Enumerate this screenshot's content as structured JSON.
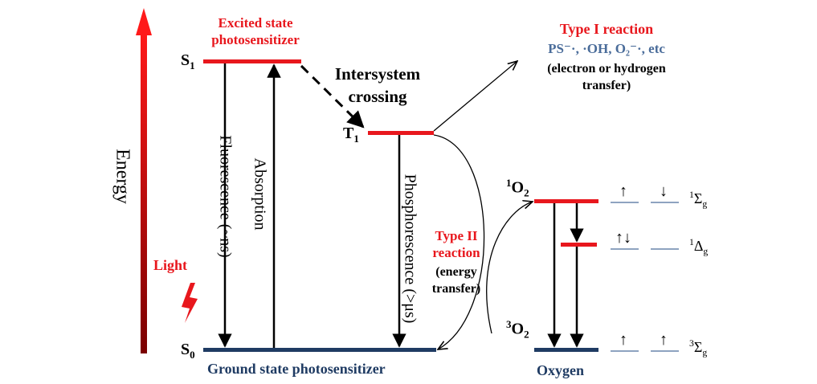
{
  "axis": {
    "label": "Energy"
  },
  "photosensitizer": {
    "excited_label": "Excited state photosensitizer",
    "excited_line1": "Excited state",
    "excited_line2": "photosensitizer",
    "ground_label": "Ground state photosensitizer",
    "s1": "S",
    "s1_sub": "1",
    "t1": "T",
    "t1_sub": "1",
    "s0": "S",
    "s0_sub": "0"
  },
  "transitions": {
    "intersystem_line1": "Intersystem",
    "intersystem_line2": "crossing",
    "fluorescence": "Fluorescence (~ns)",
    "absorption": "Absorption",
    "phosphorescence": "Phosphorescence (>μs)",
    "light": "Light"
  },
  "type1": {
    "title": "Type I reaction",
    "products": "PS⁻·, ·OH, O₂⁻·, etc",
    "desc_line1": "(electron or hydrogen",
    "desc_line2": "transfer)"
  },
  "type2": {
    "title_line1": "Type II",
    "title_line2": "reaction",
    "desc_line1": "(energy",
    "desc_line2": "transfer)"
  },
  "oxygen": {
    "label": "Oxygen",
    "singlet_sup": "1",
    "singlet_main": "O",
    "singlet_sub": "2",
    "triplet_sup": "3",
    "triplet_main": "O",
    "triplet_sub": "2",
    "states": [
      {
        "sup": "1",
        "symbol": "Σ",
        "sub": "g",
        "spins": [
          "↑",
          "↓"
        ]
      },
      {
        "sup": "1",
        "symbol": "Δ",
        "sub": "g",
        "spins": [
          "↑↓"
        ]
      },
      {
        "sup": "3",
        "symbol": "Σ",
        "sub": "g",
        "spins": [
          "↑",
          "↑"
        ]
      }
    ]
  },
  "colors": {
    "red": "#e8171d",
    "ground_blue": "#1f3b63",
    "orbital_blue": "#4a6c9a",
    "black": "#000000"
  }
}
